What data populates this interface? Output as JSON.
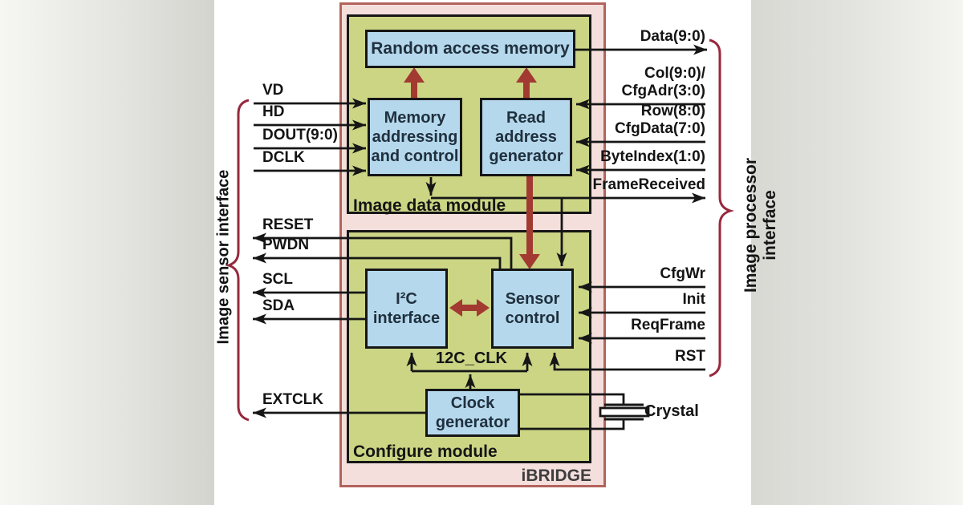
{
  "figure": {
    "chip_label": "iBRIDGE",
    "modules": {
      "image_data": {
        "label": "Image data module"
      },
      "configure": {
        "label": "Configure module"
      }
    },
    "blocks": {
      "ram": {
        "label": "Random access memory"
      },
      "memory_addressing": {
        "label": "Memory\naddressing\nand control"
      },
      "read_address": {
        "label": "Read\naddress\ngenerator"
      },
      "i2c_interface": {
        "label": "I²C\ninterface"
      },
      "sensor_control": {
        "label": "Sensor\ncontrol"
      },
      "clock_generator": {
        "label": "Clock\ngenerator"
      }
    },
    "left_interface": {
      "label": "Image sensor interface",
      "signals": [
        {
          "name": "VD",
          "direction": "in"
        },
        {
          "name": "HD",
          "direction": "in"
        },
        {
          "name": "DOUT(9:0)",
          "direction": "in"
        },
        {
          "name": "DCLK",
          "direction": "in"
        },
        {
          "name": "RESET",
          "direction": "out"
        },
        {
          "name": "PWDN",
          "direction": "out"
        },
        {
          "name": "SCL",
          "direction": "out"
        },
        {
          "name": "SDA",
          "direction": "out"
        },
        {
          "name": "EXTCLK",
          "direction": "out"
        }
      ]
    },
    "right_interface": {
      "label": "Image processor interface",
      "signals": [
        {
          "name": "Data(9:0)",
          "direction": "out"
        },
        {
          "name": "Col(9:0)/\nCfgAdr(3:0)",
          "direction": "in"
        },
        {
          "name": "Row(8:0)\nCfgData(7:0)",
          "direction": "in"
        },
        {
          "name": "ByteIndex(1:0)",
          "direction": "in"
        },
        {
          "name": "FrameReceived",
          "direction": "out"
        },
        {
          "name": "CfgWr",
          "direction": "in"
        },
        {
          "name": "Init",
          "direction": "in"
        },
        {
          "name": "ReqFrame",
          "direction": "in"
        },
        {
          "name": "RST",
          "direction": "in"
        }
      ]
    },
    "internal": {
      "clock_bus_label": "12C_CLK",
      "crystal_label": "Crystal"
    },
    "colors": {
      "chip_fill": "#f4dfdd",
      "chip_border": "#b4635c",
      "module_fill": "#cbd584",
      "block_fill": "#b5d8ec",
      "wire": "#161616",
      "bus_arrow_red": "#a23a32",
      "brace_red": "#97293d"
    }
  }
}
